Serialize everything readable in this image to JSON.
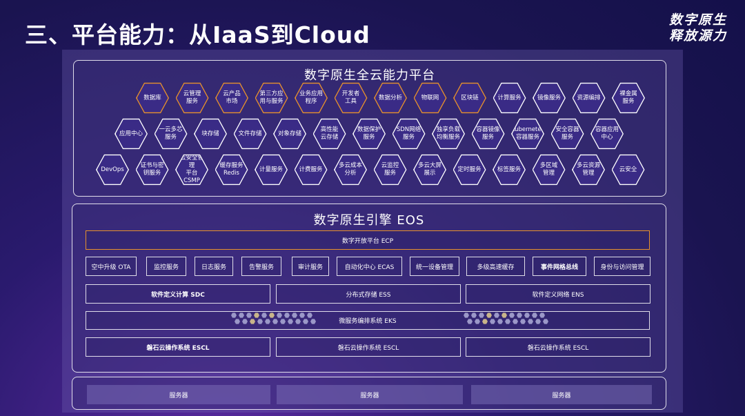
{
  "title": "三、平台能力：从IaaS到Cloud",
  "brand": {
    "line1": "数字原生",
    "line2": "释放源力"
  },
  "platform": {
    "title": "数字原生全云能力平台",
    "row1": [
      {
        "label": "数据库",
        "orange": true
      },
      {
        "label": "云管理\n服务",
        "orange": true
      },
      {
        "label": "云产品\n市场",
        "orange": true
      },
      {
        "label": "第三方应\n用与服务",
        "orange": true
      },
      {
        "label": "业务应用\n程序",
        "orange": true
      },
      {
        "label": "开发者\n工具",
        "orange": true
      },
      {
        "label": "数据分析",
        "orange": true
      },
      {
        "label": "物联网",
        "orange": true
      },
      {
        "label": "区块链",
        "orange": true
      },
      {
        "label": "计算服务",
        "orange": false
      },
      {
        "label": "镜像服务",
        "orange": false
      },
      {
        "label": "资源编排",
        "orange": false
      },
      {
        "label": "裸金属\n服务",
        "orange": false
      }
    ],
    "row2": [
      {
        "label": "应用中心"
      },
      {
        "label": "一云多芯\n服务"
      },
      {
        "label": "块存储"
      },
      {
        "label": "文件存储"
      },
      {
        "label": "对象存储"
      },
      {
        "label": "高性能\n云存储"
      },
      {
        "label": "数据保护\n服务"
      },
      {
        "label": "SDN网络\n服务"
      },
      {
        "label": "独享负载\n均衡服务"
      },
      {
        "label": "容器镜像\n服务"
      },
      {
        "label": "Kubernetes\n容器服务"
      },
      {
        "label": "安全容器\n服务"
      },
      {
        "label": "容器应用\n中心"
      }
    ],
    "row3": [
      {
        "label": "DevOps"
      },
      {
        "label": "证书与密\n钥服务"
      },
      {
        "label": "云安全管理\n平台CSMP"
      },
      {
        "label": "缓存服务\nRedis"
      },
      {
        "label": "计量服务"
      },
      {
        "label": "计费服务"
      },
      {
        "label": "多云成本\n分析"
      },
      {
        "label": "云监控\n服务"
      },
      {
        "label": "多云大屏\n展示"
      },
      {
        "label": "定时服务"
      },
      {
        "label": "标签服务"
      },
      {
        "label": "多区域\n管理"
      },
      {
        "label": "多云资源\n管理"
      },
      {
        "label": "云安全"
      }
    ]
  },
  "engine": {
    "title": "数字原生引擎 EOS",
    "ecp": "数字开放平台 ECP",
    "services": [
      "空中升级 OTA",
      "监控服务",
      "日志服务",
      "告警服务",
      "审计服务",
      "自动化中心 ECAS",
      "统一设备管理",
      "多级高速缓存",
      "事件网格总线",
      "身份与访问管理"
    ],
    "sdc": "软件定义计算 SDC",
    "ess": "分布式存储 ESS",
    "ens": "软件定义网络 ENS",
    "eks": "微服务编排系统 EKS",
    "escl": [
      "磐石云操作系统 ESCL",
      "磐石云操作系统 ESCL",
      "磐石云操作系统 ESCL"
    ]
  },
  "servers": [
    "服务器",
    "服务器",
    "服务器"
  ],
  "colors": {
    "orange": "#e8922a",
    "hex_fill": "#3a2b86",
    "dot_gray": "#9b98c8",
    "dot_gold": "#c8b48a"
  }
}
